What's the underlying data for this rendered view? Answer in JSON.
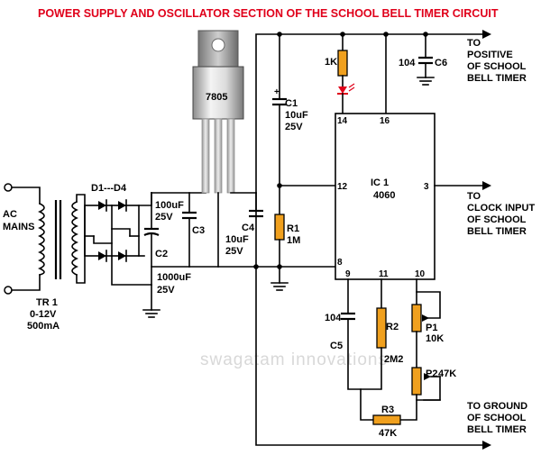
{
  "title": "POWER SUPPLY AND OSCILLATOR SECTION OF THE SCHOOL BELL TIMER CIRCUIT",
  "watermark": "swagatam innovations",
  "ac_mains": [
    "AC",
    "MAINS"
  ],
  "transformer": [
    "TR 1",
    "0-12V",
    "500mA"
  ],
  "diodes": "D1---D4",
  "regulator": "7805",
  "c2": {
    "name": "C2",
    "value1": "1000uF",
    "value2": "25V"
  },
  "c3": {
    "name": "C3",
    "value1": "100uF",
    "value2": "25V"
  },
  "c4": {
    "name": "C4",
    "value1": "10uF",
    "value2": "25V"
  },
  "c1": {
    "name": "C1",
    "value1": "10uF",
    "value2": "25V"
  },
  "r1": {
    "name": "R1",
    "value": "1M"
  },
  "led_resistor": "1K",
  "c6": {
    "name": "C6",
    "value": "104"
  },
  "ic": {
    "name": "IC 1",
    "part": "4060"
  },
  "pins": {
    "p14": "14",
    "p16": "16",
    "p12": "12",
    "p3": "3",
    "p8": "8",
    "p9": "9",
    "p11": "11",
    "p10": "10"
  },
  "c5": {
    "name": "C5",
    "value": "104"
  },
  "r2": {
    "name": "R2",
    "value": "2M2"
  },
  "p1": {
    "name": "P1",
    "value": "10K"
  },
  "p2": {
    "name": "P2",
    "value": "47K"
  },
  "r3": {
    "name": "R3",
    "value": "47K"
  },
  "out_positive": [
    "TO",
    "POSITIVE",
    "OF SCHOOL",
    "BELL TIMER"
  ],
  "out_clock": [
    "TO",
    "CLOCK INPUT",
    "OF SCHOOL",
    "BELL TIMER"
  ],
  "out_ground": [
    "TO GROUND",
    "OF SCHOOL",
    "BELL TIMER"
  ]
}
